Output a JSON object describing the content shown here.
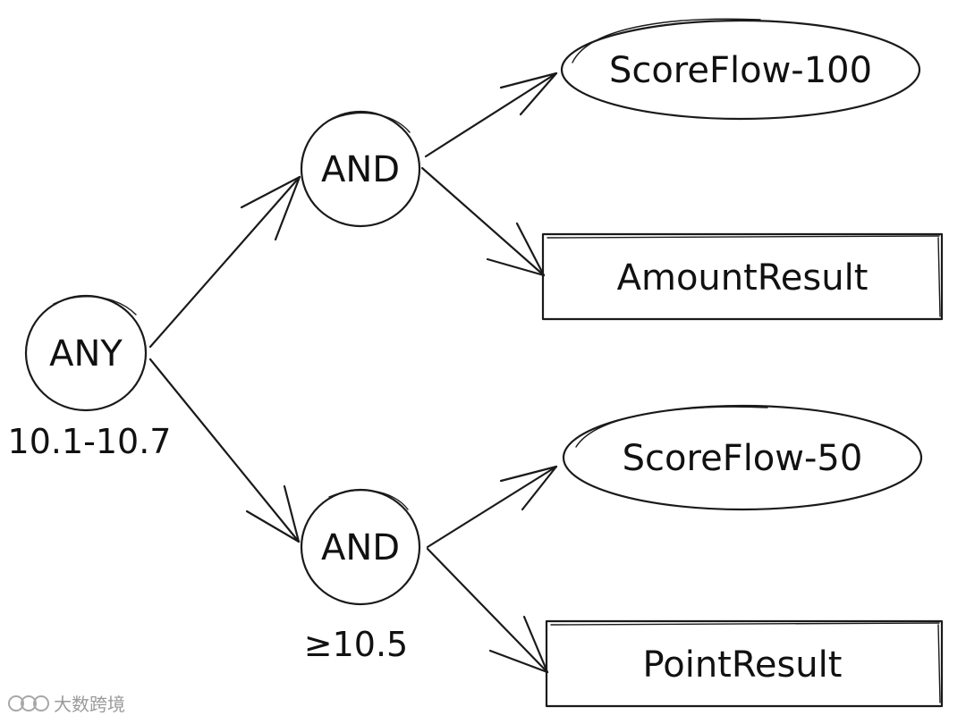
{
  "nodes": {
    "any": {
      "label": "ANY",
      "caption": "10.1-10.7"
    },
    "and_top": {
      "label": "AND"
    },
    "and_bottom": {
      "label": "AND",
      "caption": "≥10.5"
    },
    "scoreflow_100": {
      "label": "ScoreFlow-100"
    },
    "amount_result": {
      "label": "AmountResult"
    },
    "scoreflow_50": {
      "label": "ScoreFlow-50"
    },
    "point_result": {
      "label": "PointResult"
    }
  },
  "edges": [
    {
      "from": "ANY",
      "to": "AND (top)"
    },
    {
      "from": "ANY",
      "to": "AND (bottom)"
    },
    {
      "from": "AND (top)",
      "to": "ScoreFlow-100"
    },
    {
      "from": "AND (top)",
      "to": "AmountResult"
    },
    {
      "from": "AND (bottom)",
      "to": "ScoreFlow-50"
    },
    {
      "from": "AND (bottom)",
      "to": "PointResult"
    }
  ],
  "watermark": {
    "text": "大数跨境"
  }
}
